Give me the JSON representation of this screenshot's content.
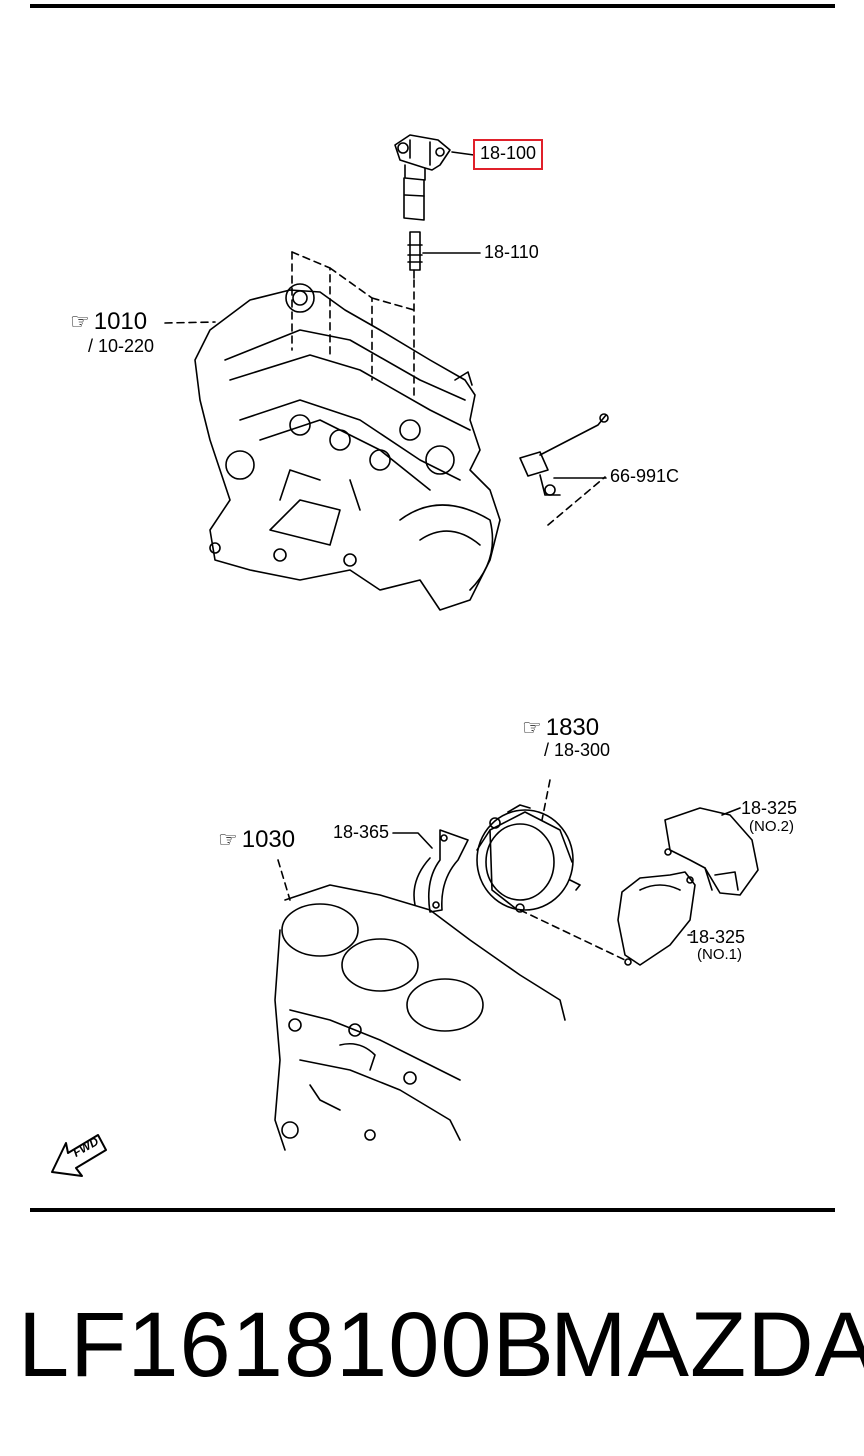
{
  "callouts": {
    "ignition_coil": "18-100",
    "spark_plug": "18-110",
    "engine_ref_fig": "1010",
    "engine_ref_sub": "/ 10-220",
    "sensor": "66-991C",
    "pump_ref_fig": "1830",
    "pump_ref_sub": "/ 18-300",
    "bracket": "18-365",
    "block_ref_fig": "1030",
    "cover_no2": "18-325",
    "cover_no2_sub": "(NO.2)",
    "cover_no1": "18-325",
    "cover_no1_sub": "(NO.1)",
    "fwd": "FWD"
  },
  "icons": {
    "pointing_hand": "☞"
  },
  "colors": {
    "highlight": "#e0202a",
    "line": "#000000"
  },
  "footer": {
    "part_number": "LF1618100B",
    "brand": "MAZDA"
  }
}
